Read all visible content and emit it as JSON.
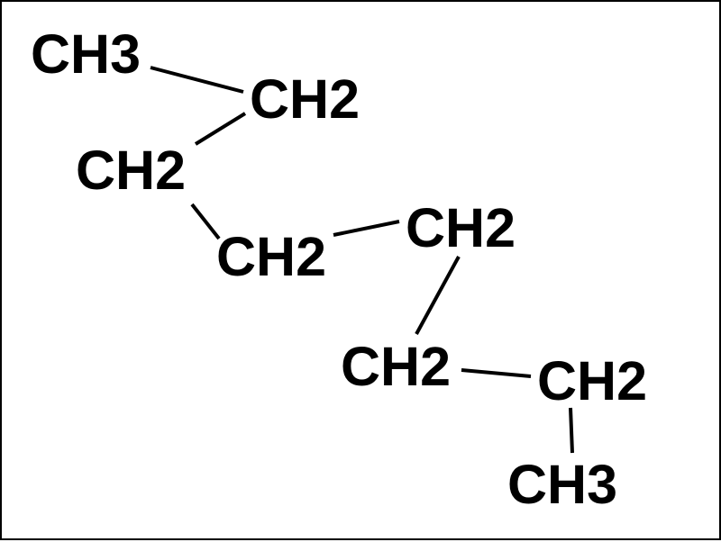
{
  "molecule": {
    "groups": [
      {
        "id": "g1",
        "label": "CH3"
      },
      {
        "id": "g2",
        "label": "CH2"
      },
      {
        "id": "g3",
        "label": "CH2"
      },
      {
        "id": "g4",
        "label": "CH2"
      },
      {
        "id": "g5",
        "label": "CH2"
      },
      {
        "id": "g6",
        "label": "CH2"
      },
      {
        "id": "g7",
        "label": "CH2"
      },
      {
        "id": "g8",
        "label": "CH3"
      }
    ],
    "bonds": [
      [
        "g1",
        "g2"
      ],
      [
        "g2",
        "g3"
      ],
      [
        "g3",
        "g4"
      ],
      [
        "g4",
        "g5"
      ],
      [
        "g5",
        "g6"
      ],
      [
        "g6",
        "g7"
      ],
      [
        "g7",
        "g8"
      ]
    ]
  },
  "colors": {
    "stroke": "#000000",
    "text": "#000000",
    "background": "#ffffff"
  }
}
